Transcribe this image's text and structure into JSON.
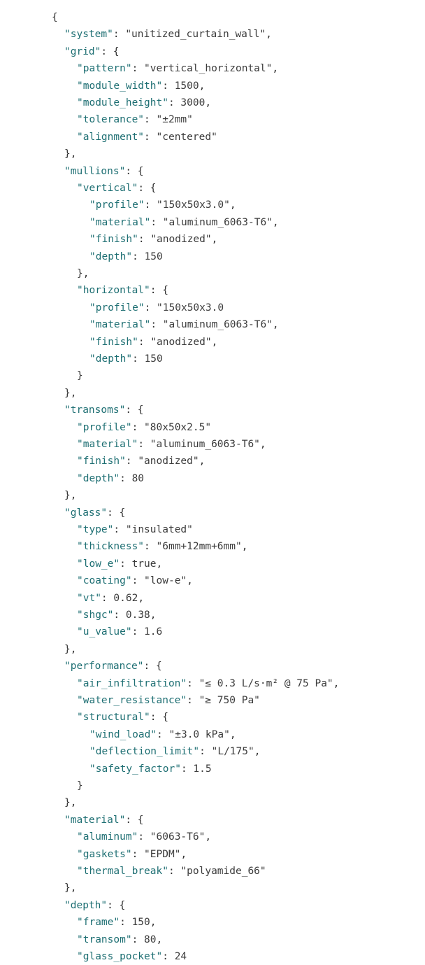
{
  "json_viewer": {
    "lines": [
      {
        "indent": 0,
        "key": "",
        "value": "",
        "value_kind": "none",
        "close": "{"
      },
      {
        "indent": 1,
        "key": "\"system\"",
        "value": "\"unitized_curtain_wall\"",
        "value_kind": "str",
        "close": ","
      },
      {
        "indent": 1,
        "key": "\"grid\"",
        "value": "",
        "value_kind": "none",
        "close": ": {"
      },
      {
        "indent": 2,
        "key": "\"pattern\"",
        "value": "\"vertical_horizontal\"",
        "value_kind": "str",
        "close": ","
      },
      {
        "indent": 2,
        "key": "\"module_width\"",
        "value": "1500",
        "value_kind": "num",
        "close": ","
      },
      {
        "indent": 2,
        "key": "\"module_height\"",
        "value": "3000",
        "value_kind": "num",
        "close": ","
      },
      {
        "indent": 2,
        "key": "\"tolerance\"",
        "value": "\"±2mm\"",
        "value_kind": "str",
        "close": ""
      },
      {
        "indent": 2,
        "key": "\"alignment\"",
        "value": "\"centered\"",
        "value_kind": "str",
        "close": ""
      },
      {
        "indent": 1,
        "key": "",
        "value": "",
        "value_kind": "none",
        "close": "},"
      },
      {
        "indent": 1,
        "key": "\"mullions\"",
        "value": "",
        "value_kind": "none",
        "close": ": {"
      },
      {
        "indent": 2,
        "key": "\"vertical\"",
        "value": "",
        "value_kind": "none",
        "close": ": {"
      },
      {
        "indent": 3,
        "key": "\"profile\"",
        "value": "\"150x50x3.0\"",
        "value_kind": "str",
        "close": ","
      },
      {
        "indent": 3,
        "key": "\"material\"",
        "value": "\"aluminum_6063-T6\"",
        "value_kind": "str",
        "close": ","
      },
      {
        "indent": 3,
        "key": "\"finish\"",
        "value": "\"anodized\"",
        "value_kind": "str",
        "close": ","
      },
      {
        "indent": 3,
        "key": "\"depth\"",
        "value": "150",
        "value_kind": "num",
        "close": ""
      },
      {
        "indent": 2,
        "key": "",
        "value": "",
        "value_kind": "none",
        "close": "},"
      },
      {
        "indent": 2,
        "key": "\"horizontal\"",
        "value": "",
        "value_kind": "none",
        "close": ": {"
      },
      {
        "indent": 3,
        "key": "\"profile\"",
        "value": "\"150x50x3.0",
        "value_kind": "str",
        "close": ""
      },
      {
        "indent": 3,
        "key": "\"material\"",
        "value": "\"aluminum_6063-T6\"",
        "value_kind": "str",
        "close": ","
      },
      {
        "indent": 3,
        "key": "\"finish\"",
        "value": "\"anodized\"",
        "value_kind": "str",
        "close": ","
      },
      {
        "indent": 3,
        "key": "\"depth\"",
        "value": "150",
        "value_kind": "num",
        "close": ""
      },
      {
        "indent": 2,
        "key": "",
        "value": "",
        "value_kind": "none",
        "close": "}"
      },
      {
        "indent": 1,
        "key": "",
        "value": "",
        "value_kind": "none",
        "close": "},"
      },
      {
        "indent": 1,
        "key": "\"transoms\"",
        "value": "",
        "value_kind": "none",
        "close": ": {"
      },
      {
        "indent": 2,
        "key": "\"profile\"",
        "value": "\"80x50x2.5\"",
        "value_kind": "str",
        "close": ""
      },
      {
        "indent": 2,
        "key": "\"material\"",
        "value": "\"aluminum_6063-T6\"",
        "value_kind": "str",
        "close": ","
      },
      {
        "indent": 2,
        "key": "\"finish\"",
        "value": "\"anodized\"",
        "value_kind": "str",
        "close": ","
      },
      {
        "indent": 2,
        "key": "\"depth\"",
        "value": "80",
        "value_kind": "num",
        "close": ""
      },
      {
        "indent": 1,
        "key": "",
        "value": "",
        "value_kind": "none",
        "close": "},"
      },
      {
        "indent": 1,
        "key": "\"glass\"",
        "value": "",
        "value_kind": "none",
        "close": ": {"
      },
      {
        "indent": 2,
        "key": "\"type\"",
        "value": "\"insulated\"",
        "value_kind": "str",
        "close": ""
      },
      {
        "indent": 2,
        "key": "\"thickness\"",
        "value": "\"6mm+12mm+6mm\"",
        "value_kind": "str",
        "close": ","
      },
      {
        "indent": 2,
        "key": "\"low_e\"",
        "value": "true",
        "value_kind": "num",
        "close": ","
      },
      {
        "indent": 2,
        "key": "\"coating\"",
        "value": "\"low-e\"",
        "value_kind": "str",
        "close": ","
      },
      {
        "indent": 2,
        "key": "\"vt\"",
        "value": "0.62",
        "value_kind": "num",
        "close": ","
      },
      {
        "indent": 2,
        "key": "\"shgc\"",
        "value": "0.38",
        "value_kind": "num",
        "close": ","
      },
      {
        "indent": 2,
        "key": "\"u_value\"",
        "value": "1.6",
        "value_kind": "num",
        "close": ""
      },
      {
        "indent": 1,
        "key": "",
        "value": "",
        "value_kind": "none",
        "close": "},"
      },
      {
        "indent": 1,
        "key": "\"performance\"",
        "value": "",
        "value_kind": "none",
        "close": ": {"
      },
      {
        "indent": 2,
        "key": "\"air_infiltration\"",
        "value": "\"≤ 0.3 L/s·m² @ 75 Pa\"",
        "value_kind": "str",
        "close": ","
      },
      {
        "indent": 2,
        "key": "\"water_resistance\"",
        "value": "\"≥ 750 Pa\"",
        "value_kind": "str",
        "close": ""
      },
      {
        "indent": 2,
        "key": "\"structural\"",
        "value": "",
        "value_kind": "none",
        "close": ": {"
      },
      {
        "indent": 3,
        "key": "\"wind_load\"",
        "value": "\"±3.0 kPa\"",
        "value_kind": "str",
        "close": ","
      },
      {
        "indent": 3,
        "key": "\"deflection_limit\"",
        "value": "\"L/175\"",
        "value_kind": "str",
        "close": ","
      },
      {
        "indent": 3,
        "key": "\"safety_factor\"",
        "value": "1.5",
        "value_kind": "num",
        "close": ""
      },
      {
        "indent": 2,
        "key": "",
        "value": "",
        "value_kind": "none",
        "close": "}"
      },
      {
        "indent": 1,
        "key": "",
        "value": "",
        "value_kind": "none",
        "close": "},"
      },
      {
        "indent": 1,
        "key": "\"material\"",
        "value": "",
        "value_kind": "none",
        "close": ": {"
      },
      {
        "indent": 2,
        "key": "\"aluminum\"",
        "value": "\"6063-T6\"",
        "value_kind": "str",
        "close": ","
      },
      {
        "indent": 2,
        "key": "\"gaskets\"",
        "value": "\"EPDM\"",
        "value_kind": "str",
        "close": ","
      },
      {
        "indent": 2,
        "key": "\"thermal_break\"",
        "value": "\"polyamide_66\"",
        "value_kind": "str",
        "close": ""
      },
      {
        "indent": 1,
        "key": "",
        "value": "",
        "value_kind": "none",
        "close": "},"
      },
      {
        "indent": 1,
        "key": "\"depth\"",
        "value": "",
        "value_kind": "none",
        "close": ": {"
      },
      {
        "indent": 2,
        "key": "\"frame\"",
        "value": "150",
        "value_kind": "num",
        "close": ","
      },
      {
        "indent": 2,
        "key": "\"transom\"",
        "value": "80",
        "value_kind": "num",
        "close": ","
      },
      {
        "indent": 2,
        "key": "\"glass_pocket\"",
        "value": "24",
        "value_kind": "num",
        "close": ""
      },
      {
        "indent": 1,
        "key": "",
        "value": "",
        "value_kind": "none",
        "close": ""
      }
    ]
  }
}
